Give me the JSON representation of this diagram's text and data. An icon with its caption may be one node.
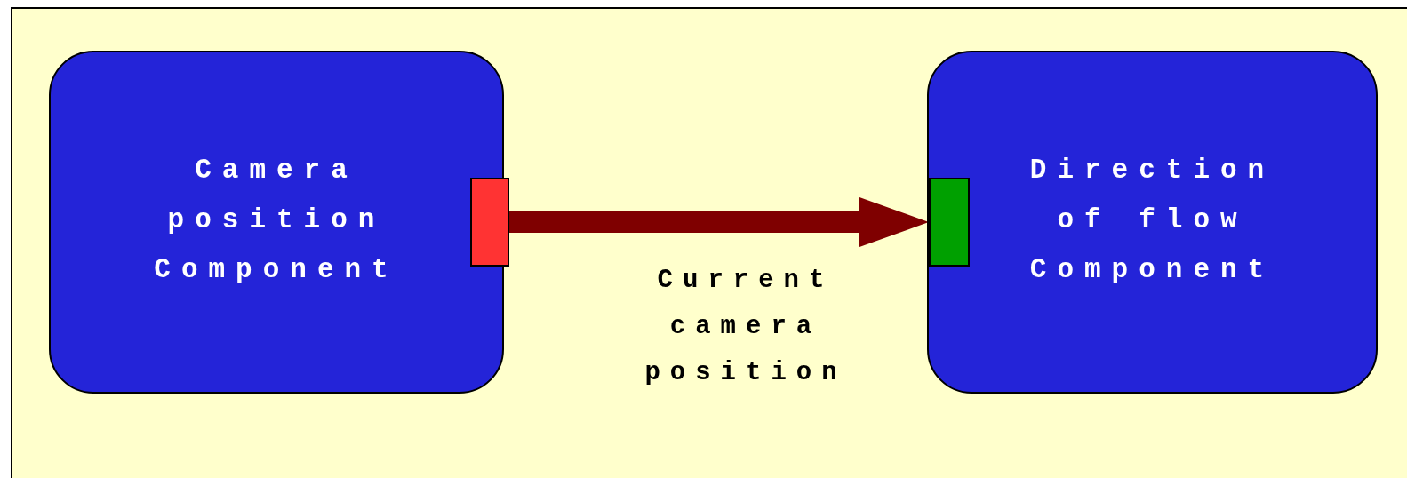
{
  "diagram": {
    "nodes": [
      {
        "text": [
          "Camera position Component"
        ]
      },
      {
        "text": [],
        "shape": "box",
        "in": 0
      },
      {
        "text": [
          "Direction of flow Component"
        ]
      },
      {
        "text": [],
        "shape": "box",
        "in": 2
      }
    ],
    "edges": [
      {
        "from": 1,
        "to": 3,
        "arrow": "to",
        "label": "Current camera position",
        "color": "#7f0000"
      }
    ]
  }
}
